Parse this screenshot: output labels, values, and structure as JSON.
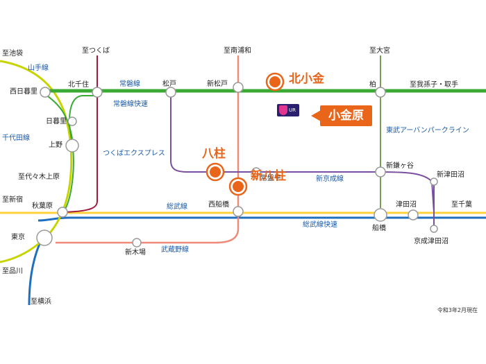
{
  "colors": {
    "joban": "#3aaa35",
    "tx": "#a0183e",
    "tobu": "#7a9a5a",
    "shinkeisei": "#7a4ea0",
    "musashino": "#ef8a7a",
    "sobu": "#ffd23c",
    "sobu_rapid": "#1f6fbf",
    "yamanote": "#c8d400",
    "highlight": "#e8651a"
  },
  "directions": {
    "ikebukuro": "至池袋",
    "tsukuba": "至つくば",
    "minamiurawa": "至南浦和",
    "omiya": "至大宮",
    "abiko": "至我孫子・取手",
    "yoyogi": "至代々木上原",
    "shinjuku": "至新宿",
    "chiba": "至千葉",
    "shinagawa": "至品川",
    "yokohama": "至横浜"
  },
  "lines": {
    "yamanote": "山手線",
    "chiyoda": "千代田線",
    "joban": "常磐線",
    "joban_rapid": "常磐線快速",
    "tx": "つくばエクスプレス",
    "tobu": "東武アーバンパークライン",
    "shinkeisei": "新京成線",
    "sobu": "総武線",
    "sobu_rapid": "総武線快速",
    "musashino": "武蔵野線"
  },
  "stations": {
    "nishinippori": "西日暮里",
    "kitasenju": "北千住",
    "matsudo": "松戸",
    "shinmatsudo": "新松戸",
    "kashiwa": "柏",
    "nippori": "日暮里",
    "ueno": "上野",
    "akihabara": "秋葉原",
    "tokyo": "東京",
    "tokiwadaira": "常盤平",
    "shinkamagaya": "新鎌ヶ谷",
    "shintsudanuma": "新津田沼",
    "tsudanuma": "津田沼",
    "keiseitsudanuma": "京成津田沼",
    "nishifunabashi": "西船橋",
    "funabashi": "船橋",
    "shinkiba": "新木場"
  },
  "highlights": {
    "kitakogane": "北小金",
    "yabashira": "八柱",
    "shinyahashira": "新八柱",
    "kogane": "小金原"
  },
  "logo": "UR",
  "note": "令和3年2月現在"
}
